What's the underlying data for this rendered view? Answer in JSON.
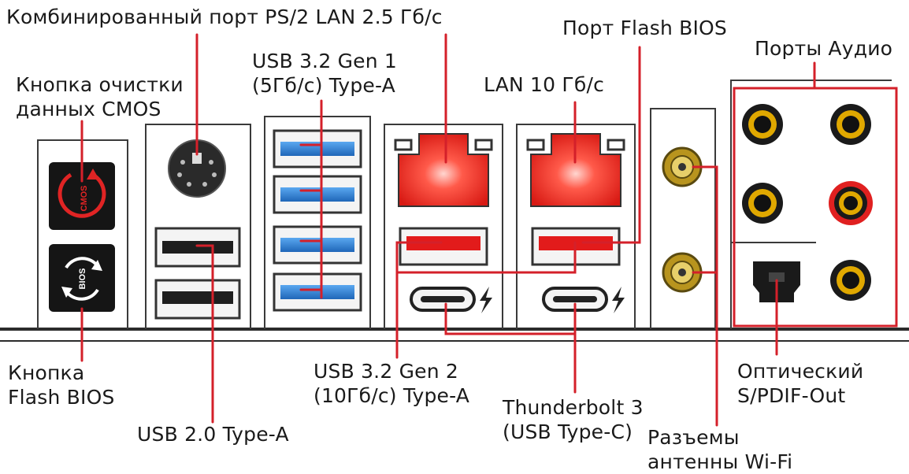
{
  "labels": {
    "ps2_lan25": "Комбинированный порт PS/2 LAN 2.5 Гб/с",
    "flash_bios_port": "Порт Flash BIOS",
    "audio_ports": "Порты Аудио",
    "usb32_gen1": [
      "USB 3.2 Gen 1",
      "(5Гб/с) Type-A"
    ],
    "cmos_button": [
      "Кнопка очистки",
      "данных CMOS"
    ],
    "lan10": "LAN 10 Гб/с",
    "flash_bios_button": [
      "Кнопка",
      "Flash BIOS"
    ],
    "usb32_gen2": [
      "USB 3.2 Gen 2",
      "(10Гб/с) Type-A"
    ],
    "optical": [
      "Оптический",
      "S/PDIF-Out"
    ],
    "thunderbolt": [
      "Thunderbolt 3",
      "(USB Type-C)"
    ],
    "usb20": "USB 2.0 Type-A",
    "wifi": [
      "Разъемы",
      "антенны Wi-Fi"
    ]
  },
  "icons": {
    "cmos_text": "CMOS",
    "bios_text": "BIOS"
  },
  "colors": {
    "callout": "#d4202a",
    "outline": "#3a3a3a",
    "usb3_blue": "#2a7fd4",
    "usb2_black": "#1e1e1e",
    "lan_red": "#ff3b30",
    "audio_gold": "#e0a800",
    "antenna_gold": "#c9a227"
  }
}
